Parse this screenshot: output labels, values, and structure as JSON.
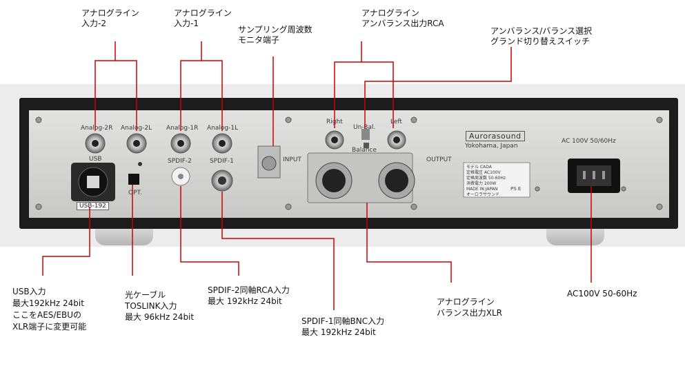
{
  "callouts": {
    "analog_in_2": [
      "アナログライン",
      "入力-2"
    ],
    "analog_in_1": [
      "アナログライン",
      "入力-1"
    ],
    "fs_monitor": [
      "サンプリング周波数",
      "モニタ端子"
    ],
    "analog_unbal_out": [
      "アナログライン",
      "アンバランス出力RCA"
    ],
    "ground_switch": [
      "アンバランス/バランス選択",
      "グランド切り替えスイッチ"
    ],
    "usb_in": [
      "USB入力",
      "最大192kHz  24bit",
      "ここをAES/EBUの",
      "XLR端子に変更可能"
    ],
    "optical": [
      "光ケーブル",
      "TOSLINK入力",
      "最大 96kHz 24bit"
    ],
    "spdif2": [
      "SPDIF-2同軸RCA入力",
      "最大 192kHz 24bit"
    ],
    "spdif1": [
      "SPDIF-1同軸BNC入力",
      "最大 192kHz 24bit"
    ],
    "balanced_out": [
      "アナログライン",
      "バランス出力XLR"
    ],
    "ac_power": [
      "AC100V 50-60Hz"
    ]
  },
  "panel": {
    "analog_2r": "Analog-2R",
    "analog_2l": "Analog-2L",
    "analog_1r": "Analog-1R",
    "analog_1l": "Analog-1L",
    "usb": "USB",
    "spdif_2": "SPDIF-2",
    "spdif_1": "SPDIF-1",
    "opt": "OPT.",
    "usb_192": "USB-192",
    "input": "INPUT",
    "right": "Right",
    "left": "Left",
    "un_bal": "Un-Bal.",
    "balance": "Balance",
    "output": "OUTPUT",
    "brand": "Aurorasound",
    "location": "Yokohama, Japan",
    "ac_label": "AC 100V 50/60Hz",
    "rating": [
      "モデル    CADA",
      "定格電圧   AC100V",
      "定格周波数  50-60Hz",
      "消費電力   200W",
      "MADE IN JAPAN",
      "オーロラサウンド"
    ],
    "pse": "PS E"
  },
  "colors": {
    "leader": "#cc0000",
    "chassis": "#1c1c1c",
    "faceplate": "#d3d3d1"
  }
}
